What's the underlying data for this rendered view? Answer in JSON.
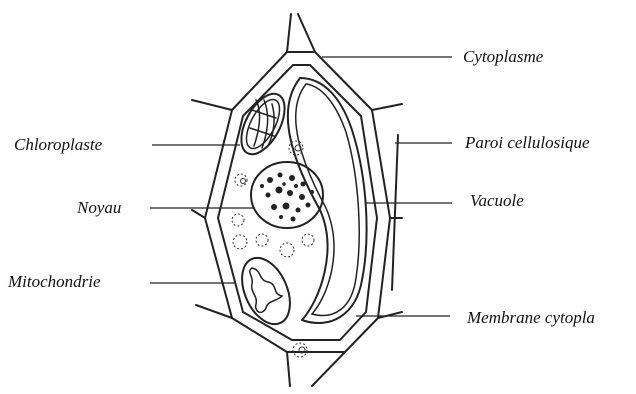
{
  "labels": {
    "cytoplasme": "Cytoplasme",
    "chloroplaste": "Chloroplaste",
    "paroi": "Paroi cellulosique",
    "noyau": "Noyau",
    "vacuole": "Vacuole",
    "mitochondrie": "Mitochondrie",
    "membrane": "Membrane cytopla"
  }
}
